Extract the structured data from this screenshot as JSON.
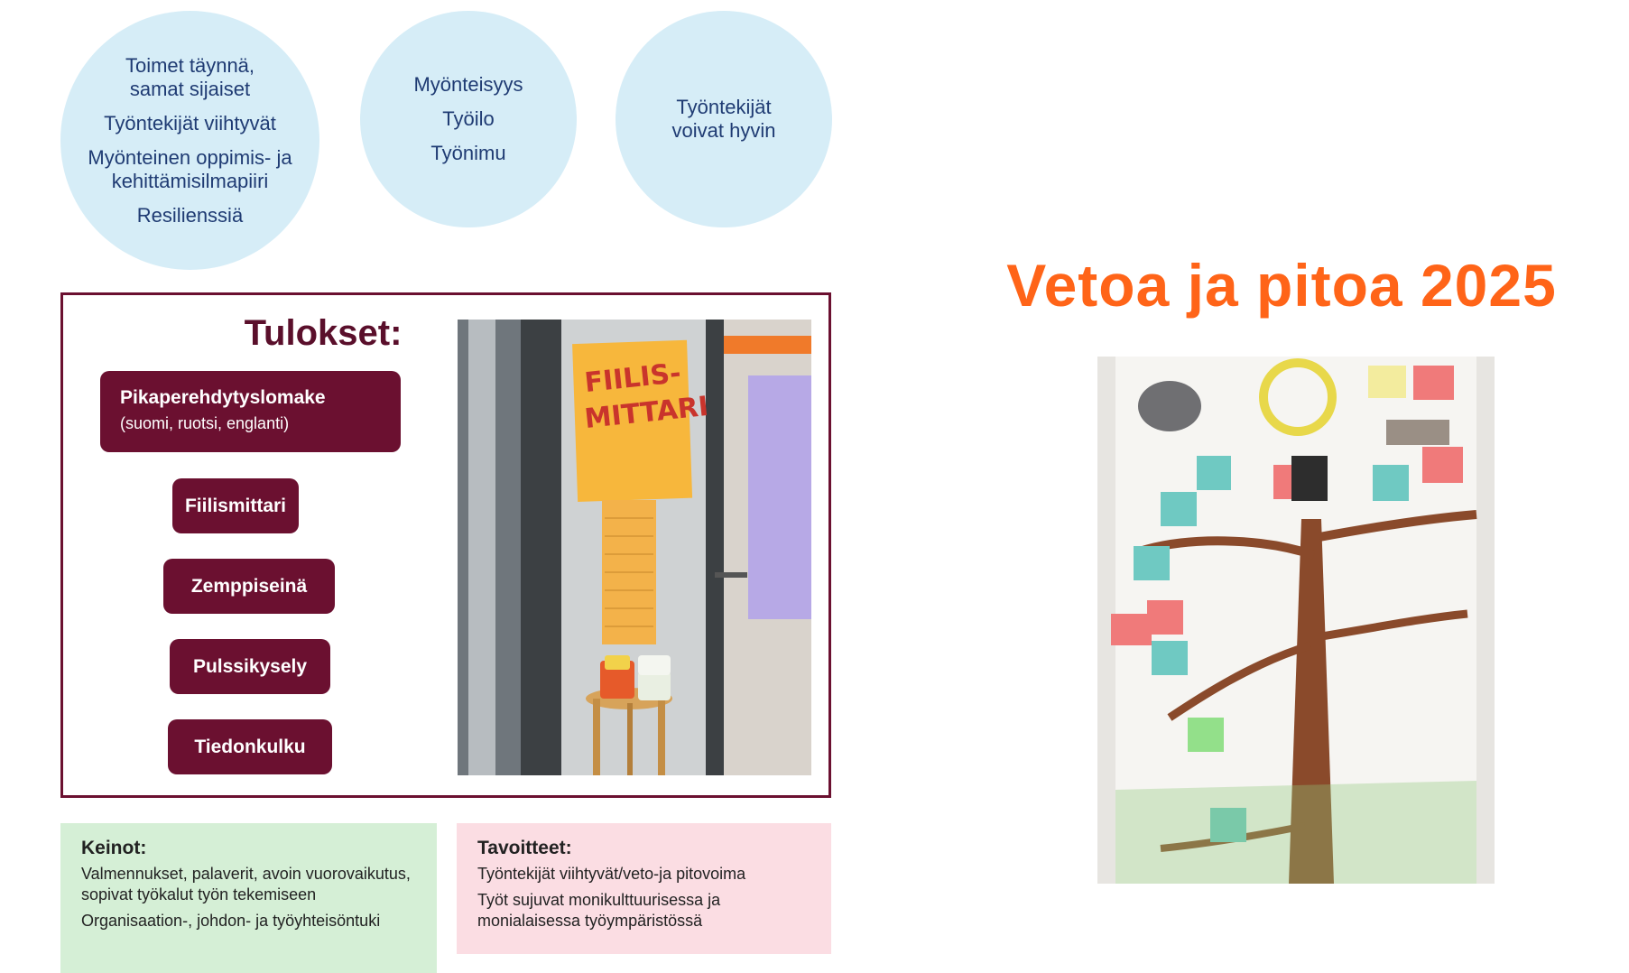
{
  "bubbles": {
    "b1": [
      "Toimet täynnä,\nsamat sijaiset",
      "Työntekijät viihtyvät",
      "Myönteinen oppimis- ja\nkehittämisilmapiiri",
      "Resilienssiä"
    ],
    "b2": [
      "Myönteisyys",
      "Työilo",
      "Työnimu"
    ],
    "b3": [
      "Työntekijät\nvoivat hyvin"
    ]
  },
  "results": {
    "title": "Tulokset:",
    "main_label": "Pikaperehdytyslomake",
    "main_sub": "(suomi, ruotsi, englanti)",
    "items": [
      "Fiilismittari",
      "Zemppiseinä",
      "Pulssikysely",
      "Tiedonkulku"
    ]
  },
  "door_photo": {
    "poster_title_1": "FIILIS-",
    "poster_title_2": "MITTARI"
  },
  "keinot": {
    "heading": "Keinot:",
    "lines": [
      "Valmennukset, palaverit, avoin vuorovaikutus, sopivat työkalut työn tekemiseen",
      "Organisaation-, johdon- ja työyhteisöntuki"
    ]
  },
  "tavoitteet": {
    "heading": "Tavoitteet:",
    "lines": [
      "Työntekijät viihtyvät/veto-ja pitovoima",
      "Työt sujuvat monikulttuurisessa ja monialaisessa työympäristössä"
    ]
  },
  "title": "Vetoa ja pitoa 2025",
  "colors": {
    "bubble": "#d6edf7",
    "maroon": "#6b1030",
    "orange": "#ff6418",
    "green": "#d5efd6",
    "pink": "#fbdde3"
  }
}
